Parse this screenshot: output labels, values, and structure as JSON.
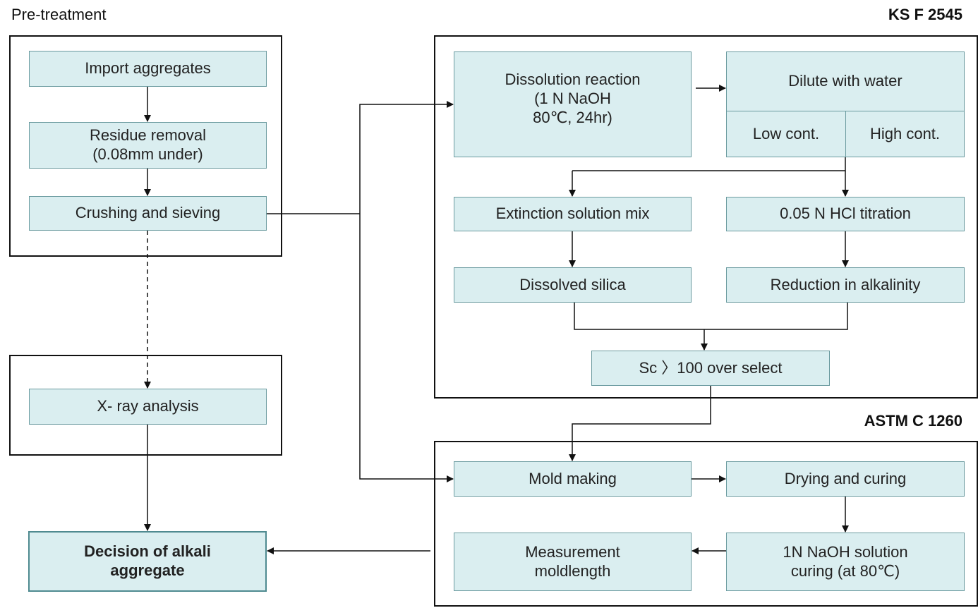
{
  "sections": {
    "pretreatment": "Pre-treatment",
    "ksf": "KS F 2545",
    "astm": "ASTM C 1260"
  },
  "steps": {
    "import_aggregates": "Import aggregates",
    "residue_removal": "Residue removal\n(0.08mm under)",
    "crushing_sieving": "Crushing and sieving",
    "xray_analysis": "X- ray analysis",
    "decision": "Decision of alkali\naggregate",
    "dissolution_reaction": "Dissolution reaction\n(1 N NaOH\n80℃, 24hr)",
    "dilute_water": "Dilute with water",
    "low_cont": "Low cont.",
    "high_cont": "High cont.",
    "extinction_mix": "Extinction solution mix",
    "hcl_titration": "0.05 N HCl titration",
    "dissolved_silica": "Dissolved silica",
    "reduction_alkalinity": "Reduction in alkalinity",
    "sc_select": "Sc 〉100 over select",
    "mold_making": "Mold making",
    "drying_curing": "Drying and curing",
    "naoh_curing": "1N NaOH  solution\ncuring (at 80℃)",
    "measurement": "Measurement\nmoldlength"
  },
  "colors": {
    "box_fill": "#daeef0",
    "box_border": "#6a9a9f",
    "frame": "#111111",
    "arrow": "#111111"
  }
}
